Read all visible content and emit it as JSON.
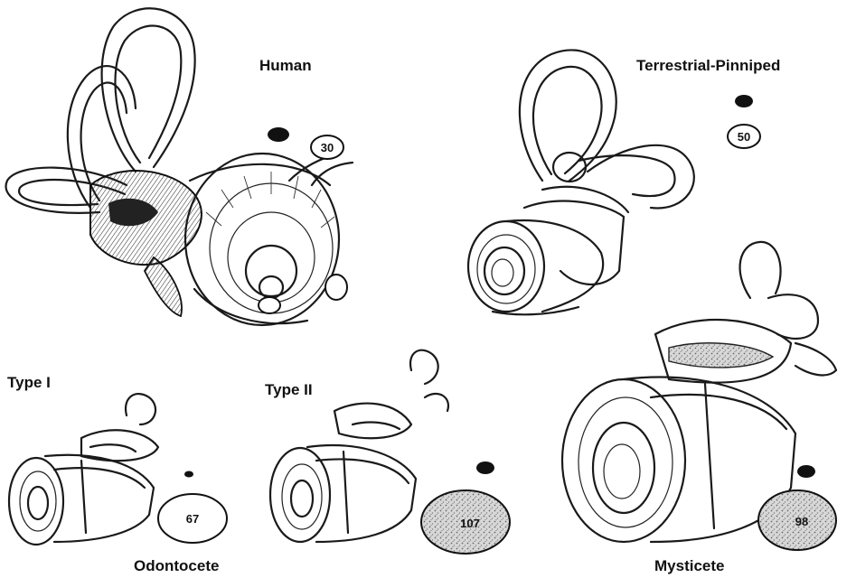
{
  "labels": {
    "human": "Human",
    "terrestrial_pinniped": "Terrestrial-Pinniped",
    "type_1": "Type I",
    "type_2": "Type II",
    "odontocete": "Odontocete",
    "mysticete": "Mysticete"
  },
  "values": {
    "human": "30",
    "terrestrial_pinniped": "50",
    "type_1": "67",
    "type_2": "107",
    "mysticete": "98"
  },
  "colors": {
    "ink": "#1a1a1a",
    "paper": "#ffffff",
    "stipple": "#9a9a9a"
  }
}
